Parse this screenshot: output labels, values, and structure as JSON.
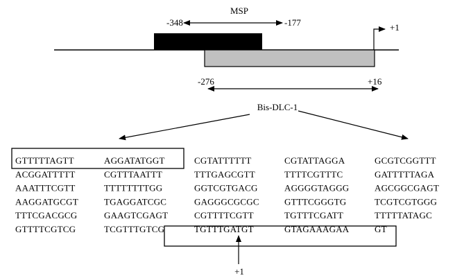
{
  "labels": {
    "msp": "MSP",
    "msp_start": "-348",
    "msp_end": "-177",
    "tss": "+1",
    "bis_start": "-276",
    "bis_end": "+16",
    "bis_name": "Bis-DLC-1",
    "bottom_tss": "+1"
  },
  "sequence_rows": [
    [
      "GTTTTTAGTT",
      "AGGATATGGT",
      "CGTATTTTTT",
      "CGTATTAGGA",
      "GCGTCGGTTT"
    ],
    [
      "ACGGATTTTT",
      "CGTTTAATTT",
      "TTTGAGCGTT",
      "TTTTCGTTTC",
      "GATTTTTAGA"
    ],
    [
      "AAATTTCGTT",
      "TTTTTTTTGG",
      "GGTCGTGACG",
      "AGGGGTAGGG",
      "AGCGGCGAGT"
    ],
    [
      "AAGGATGCGT",
      "TGAGGATCGC",
      "GAGGGCGCGC",
      "GTTTCGGGTG",
      "TCGTCGTGGG"
    ],
    [
      "TTTCGACGCG",
      "GAAGTCGAGT",
      "CGTTTTCGTT",
      "TGTTTCGATT",
      "TTTTTATAGC"
    ],
    [
      "GTTTTCGTCG",
      "TCGTTTGTCG",
      "TGTTTGATGT",
      "GTAGAAAGAA",
      "GT"
    ]
  ]
}
